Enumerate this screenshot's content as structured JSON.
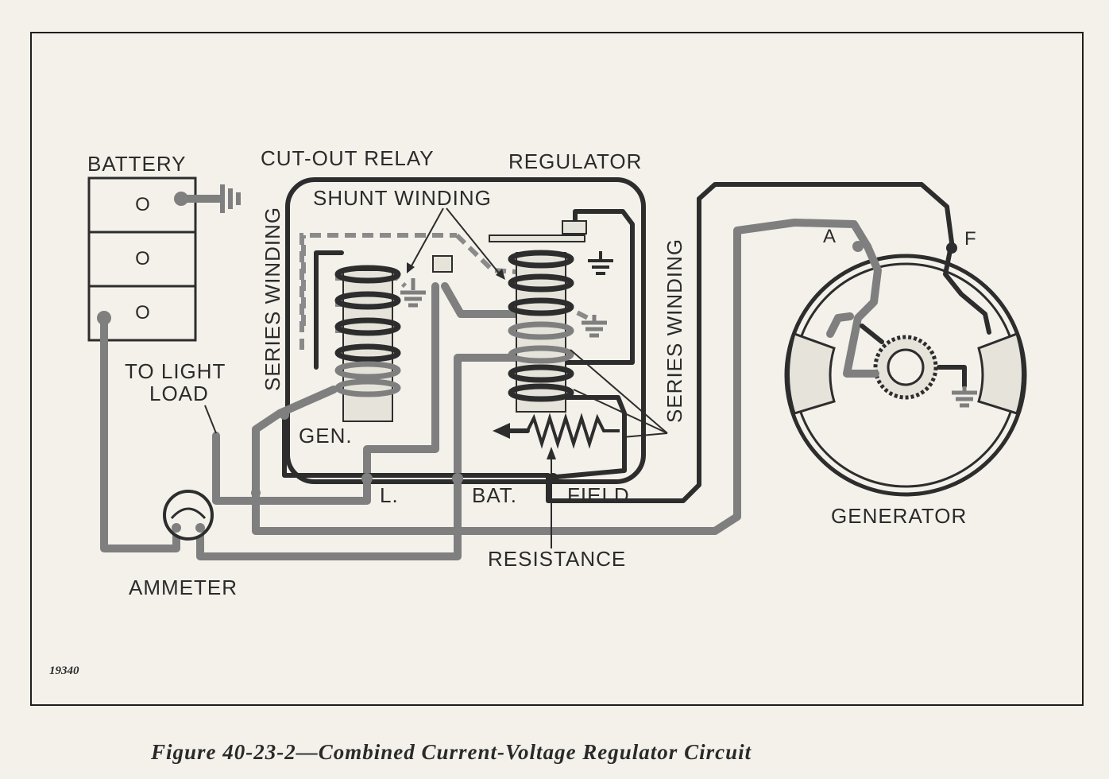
{
  "labels": {
    "battery": "BATTERY",
    "cutout_relay": "CUT-OUT RELAY",
    "regulator": "REGULATOR",
    "shunt_winding": "SHUNT WINDING",
    "series_winding_left": "SERIES WINDING",
    "series_winding_right": "SERIES WINDING",
    "to_light_load_1": "TO LIGHT",
    "to_light_load_2": "LOAD",
    "gen": "GEN.",
    "l": "L.",
    "bat": "BAT.",
    "field": "FIELD",
    "resistance": "RESISTANCE",
    "ammeter": "AMMETER",
    "generator": "GENERATOR",
    "terminal_a": "A",
    "terminal_f": "F",
    "figure_number": "19340",
    "caption": "Figure 40-23-2—Combined Current-Voltage Regulator Circuit"
  },
  "battery_cells": [
    "O",
    "O",
    "O"
  ],
  "colors": {
    "paper": "#f3f1ea",
    "ink": "#2d2d2d",
    "wire_gray": "#7f7f7f"
  }
}
